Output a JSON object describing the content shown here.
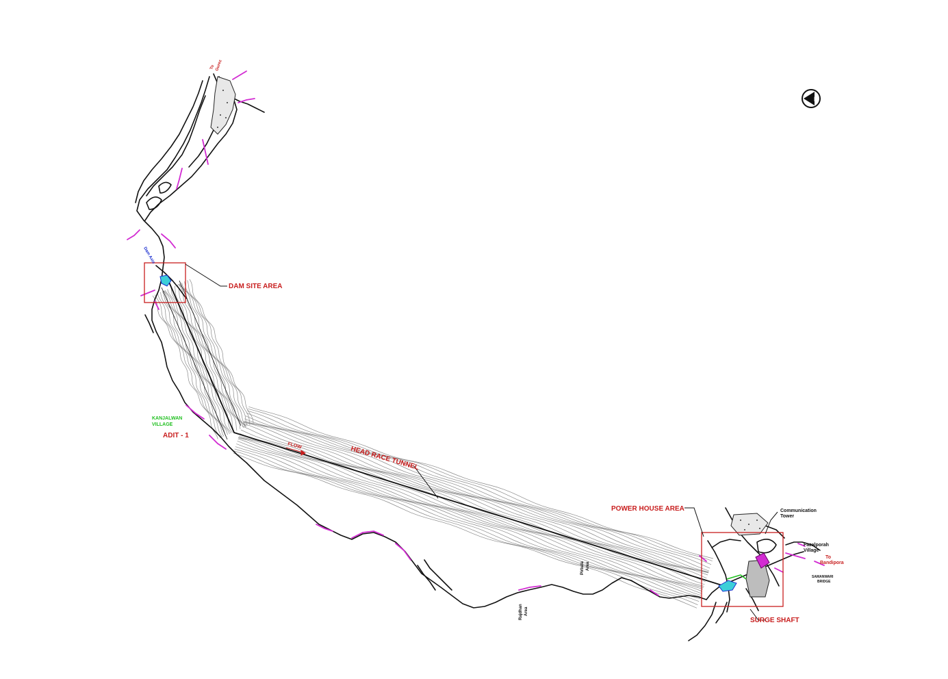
{
  "labels": {
    "dam_site_area": "DAM SITE AREA",
    "adit_1": "ADIT - 1",
    "kanjalwan_village_line1": "KANJALWAN",
    "kanjalwan_village_line2": "VILLAGE",
    "flow": "FLOW",
    "head_race_tunnel": "HEAD RACE TUNNEL",
    "power_house_area": "POWER HOUSE AREA",
    "surge_shaft": "SURGE SHAFT",
    "communication_tower_line1": "Communication",
    "communication_tower_line2": "Tower",
    "fazalporah_village_line1": "Fazalporah",
    "fazalporah_village_line2": "Village",
    "to_bandipora_line1": "To",
    "to_bandipora_line2": "Bandipora",
    "sumanwari_bridge_line1": "SAMANWARI",
    "sumanwari_bridge_line2": "BRIDGE",
    "rajdhan_area_line1": "Rajdhan",
    "rajdhan_area_line2": "Area",
    "pirbala_area_line1": "Pirbala",
    "pirbala_area_line2": "Area",
    "to_gurez_line1": "To",
    "to_gurez_line2": "Gurez",
    "dam_axis": "Dam Axis",
    "north_arrow": "N"
  },
  "colors": {
    "label_red": "#c81e1e",
    "road_magenta": "#d22bd2",
    "river_blue": "#1a2ed0",
    "village_green": "#22c022",
    "outline_black": "#111111",
    "contour_grey": "#8a8a8a"
  },
  "icons": {
    "north_arrow": "north-arrow-icon"
  }
}
